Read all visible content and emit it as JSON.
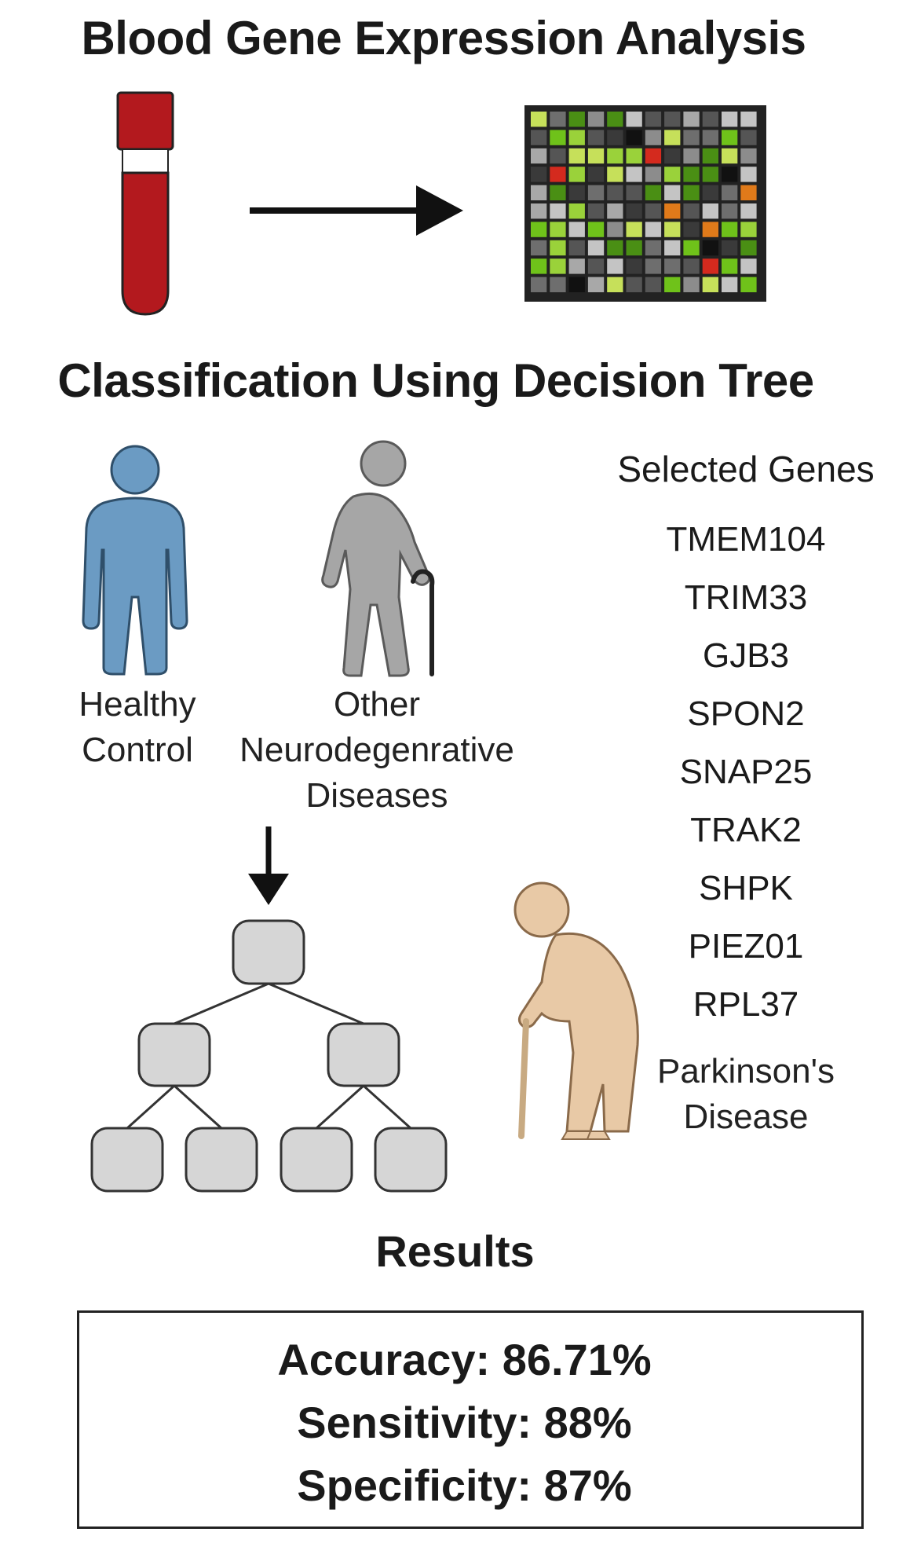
{
  "header": {
    "title": "Blood Gene Expression Analysis"
  },
  "section": {
    "title": "Classification Using Decision Tree"
  },
  "groups": {
    "healthy": [
      "Healthy",
      "Control"
    ],
    "other": [
      "Other",
      "Neurodegenrative",
      "Diseases"
    ],
    "parkinsons": [
      "Parkinson's",
      "Disease"
    ]
  },
  "genes": {
    "title": "Selected Genes",
    "items": [
      "TMEM104",
      "TRIM33",
      "GJB3",
      "SPON2",
      "SNAP25",
      "TRAK2",
      "SHPK",
      "PIEZ01",
      "RPL37"
    ]
  },
  "results": {
    "title": "Results",
    "accuracy": "Accuracy: 86.71%",
    "sensitivity": "Sensitivity: 88%",
    "specificity": "Specificity: 87%"
  },
  "colors": {
    "blood_red": "#b3191e",
    "healthy_blue": "#6b9bc3",
    "other_gray": "#a6a6a6",
    "pd_beige": "#e8c9a6",
    "node_gray": "#d6d6d6",
    "heatmap_green": "#6fc21a"
  },
  "icons": [
    "blood-tube-icon",
    "arrow-right-icon",
    "heatmap-icon",
    "healthy-person-icon",
    "elderly-cane-person-icon",
    "arrow-down-icon",
    "decision-tree-icon",
    "parkinsons-patient-icon"
  ]
}
